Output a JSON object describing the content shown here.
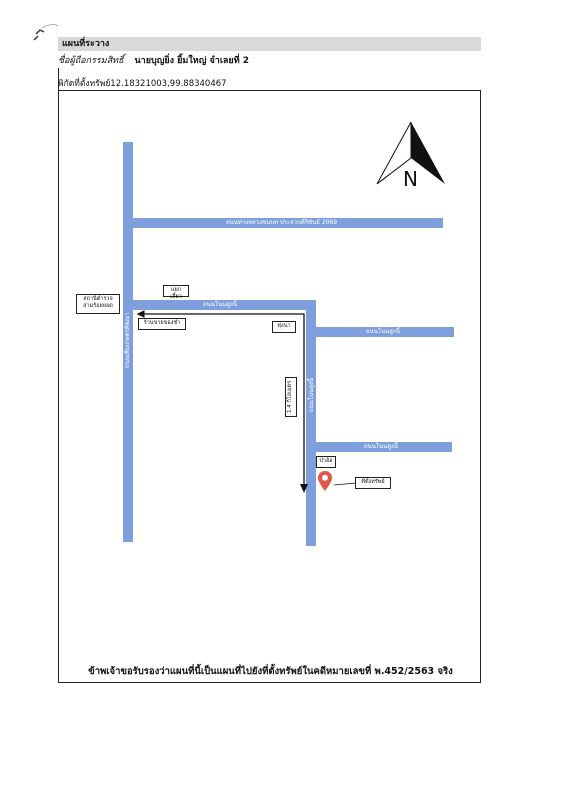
{
  "header": {
    "title": "แผนที่ระวาง",
    "owner_label": "ชื่อผู้ถือกรรมสิทธิ์",
    "owner_value": "นายบุญยิ่ง ยิ้มใหญ่ จำเลยที่ 2",
    "coord_label": "พิกัดที่ตั้งทรัพย์",
    "coord_value": "12.18321003,99.88340467"
  },
  "map": {
    "roads": {
      "top_horizontal": "ถนนทางหลวงชนบท ประจวบคีรีขันธ์ 2069",
      "left_vertical": "ถนนเพิ่มเกษตรพัฒนา",
      "branch_top": "ถนนโนนสูงนี้",
      "branch_right_1": "ถนนโนนสูงนี้",
      "branch_vertical": "ถนนโนนสูงนี้",
      "branch_right_2": "ถนนโนนสูงนี้"
    },
    "labels": {
      "police_station": "สถานีตำรวจ\nสามร้อยยอด",
      "turn": "แยกเลี้ยว",
      "shop": "ร้านขายของชำ",
      "start": "ทุ่งนา",
      "distance": "1.4 กิโลเมตร",
      "forest": "ป่าอ้อ",
      "property": "ที่ตั้งทรัพย์"
    },
    "north_label": "N",
    "colors": {
      "road": "#7f9fdc",
      "pin": "#e2574c"
    }
  },
  "footer": {
    "statement": "ข้าพเจ้าขอรับรองว่าแผนที่นี้เป็นแผนที่ไปยังที่ตั้งทรัพย์ในคดีหมายเลขที่ พ.452/2563 จริง"
  }
}
